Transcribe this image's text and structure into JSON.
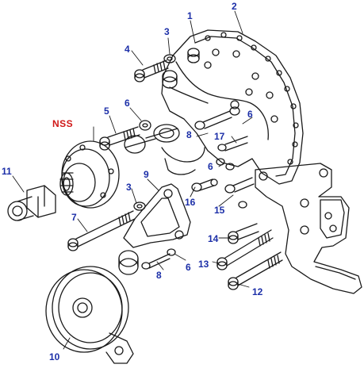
{
  "colors": {
    "line": "#1a1a1a",
    "callout": "#1c2fa8",
    "nss": "#d01818"
  },
  "callouts": {
    "c1": "1",
    "c2": "2",
    "c3a": "3",
    "c4": "4",
    "c5": "5",
    "c6a": "6",
    "nss": "NSS",
    "c6b": "6",
    "c8a": "8",
    "c17": "17",
    "c6c": "6",
    "c11": "11",
    "c9": "9",
    "c3b": "3",
    "c16": "16",
    "c15": "15",
    "c7": "7",
    "c14": "14",
    "c8b": "8",
    "c6d": "6",
    "c13": "13",
    "c12": "12",
    "c10": "10"
  }
}
